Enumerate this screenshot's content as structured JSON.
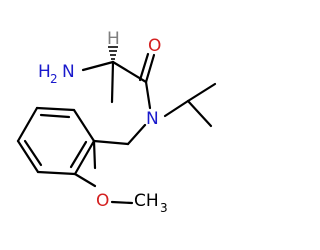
{
  "molecule": {
    "atoms": {
      "amino_h": "H",
      "amino_h_subscript": "2",
      "amino_n": "N",
      "carbonyl_o": "O",
      "amide_n": "N",
      "stereo_h": "H",
      "methoxy_o": "O",
      "methoxy_ch": "CH",
      "methoxy_subscript": "3"
    },
    "colors": {
      "bond": "#000000",
      "nitrogen": "#1a1acc",
      "oxygen": "#d42020",
      "hydrogen": "#7f7f7f",
      "carbon": "#000000"
    }
  }
}
